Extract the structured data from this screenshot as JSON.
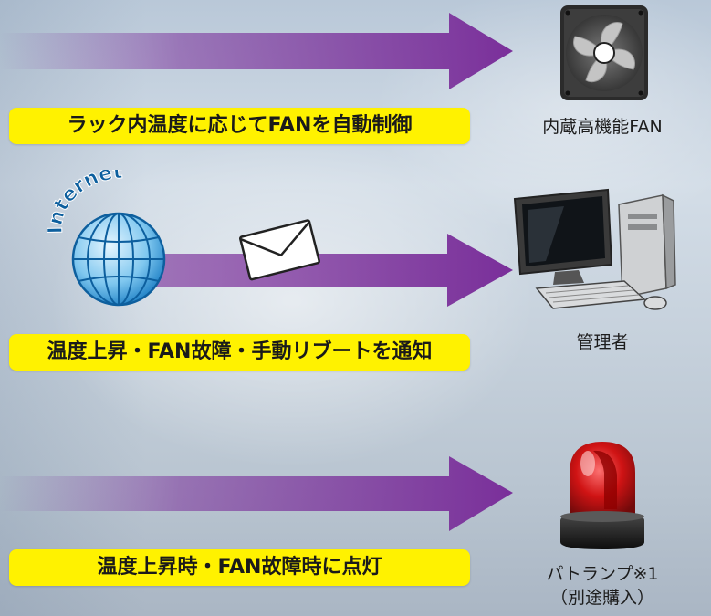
{
  "rows": [
    {
      "label": "ラック内温度に応じてFANを自動制御",
      "device_caption": "内蔵高機能FAN",
      "device_icon": "fan-icon"
    },
    {
      "label": "温度上昇・FAN故障・手動リブートを通知",
      "device_caption": "管理者",
      "device_icon": "computer-icon"
    },
    {
      "label": "温度上昇時・FAN故障時に点灯",
      "device_caption_line1": "パトランプ※1",
      "device_caption_line2": "（別途購入）",
      "device_icon": "patrol-lamp-icon"
    }
  ],
  "internet": {
    "text": "Internet",
    "icon": "globe-icon"
  },
  "mail_icon": "envelope-icon",
  "colors": {
    "arrow": "#7a2f9a",
    "label_bg": "#fff200",
    "globe": "#1a8ad4",
    "lamp": "#d10a0a"
  }
}
